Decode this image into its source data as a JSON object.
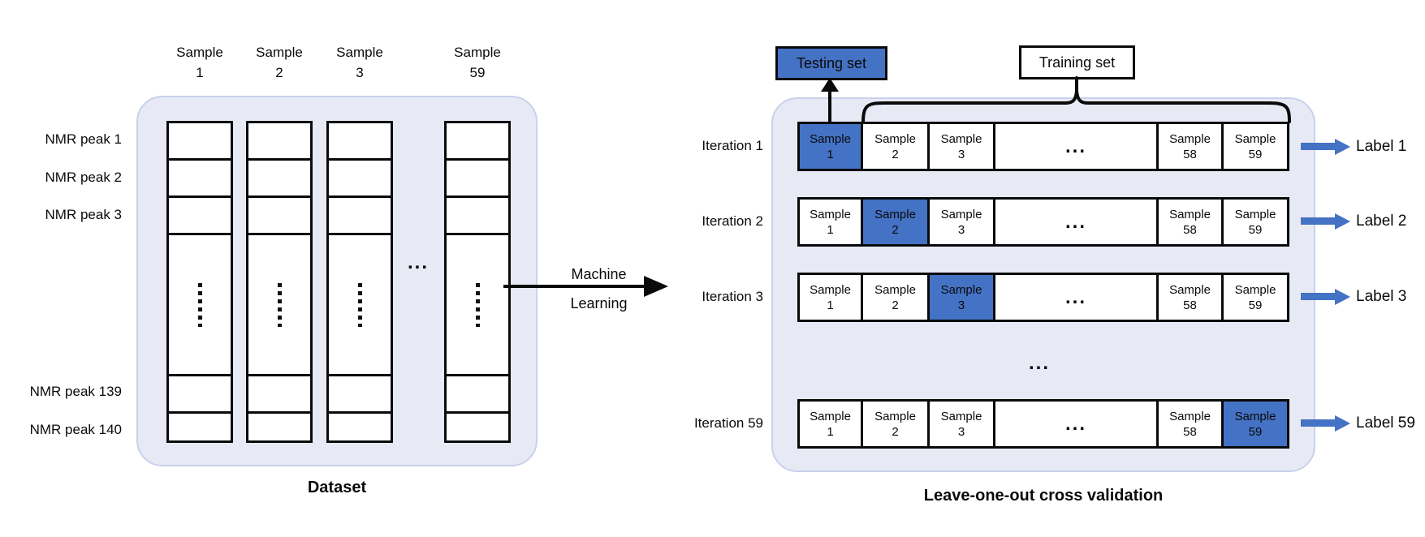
{
  "colors": {
    "accent_blue": "#4472C4",
    "panel_background": "#E7EAF5",
    "panel_border": "#C9D1EB",
    "ink": "#0a0a0a"
  },
  "dataset": {
    "caption": "Dataset",
    "column_headers": [
      {
        "l1": "Sample",
        "l2": "1"
      },
      {
        "l1": "Sample",
        "l2": "2"
      },
      {
        "l1": "Sample",
        "l2": "3"
      },
      {
        "l1": "Sample",
        "l2": "59"
      }
    ],
    "row_labels": [
      "NMR peak 1",
      "NMR peak 2",
      "NMR peak 3",
      "NMR peak 139",
      "NMR peak 140"
    ],
    "col_ellipsis": "..."
  },
  "ml": {
    "line1": "Machine",
    "line2": "Learning"
  },
  "loocv": {
    "caption": "Leave-one-out cross validation",
    "testing_set_label": "Testing set",
    "training_set_label": "Training set",
    "mid_ellipsis": "...",
    "cell_texts": [
      {
        "l1": "Sample",
        "l2": "1"
      },
      {
        "l1": "Sample",
        "l2": "2"
      },
      {
        "l1": "Sample",
        "l2": "3"
      },
      {
        "dots": "..."
      },
      {
        "l1": "Sample",
        "l2": "58"
      },
      {
        "l1": "Sample",
        "l2": "59"
      }
    ],
    "iterations": [
      {
        "label": "Iteration 1",
        "highlight_cell_index": 0,
        "output": "Label 1"
      },
      {
        "label": "Iteration 2",
        "highlight_cell_index": 1,
        "output": "Label 2"
      },
      {
        "label": "Iteration 3",
        "highlight_cell_index": 2,
        "output": "Label 3"
      },
      {
        "label": "Iteration 59",
        "highlight_cell_index": 5,
        "output": "Label 59"
      }
    ]
  }
}
